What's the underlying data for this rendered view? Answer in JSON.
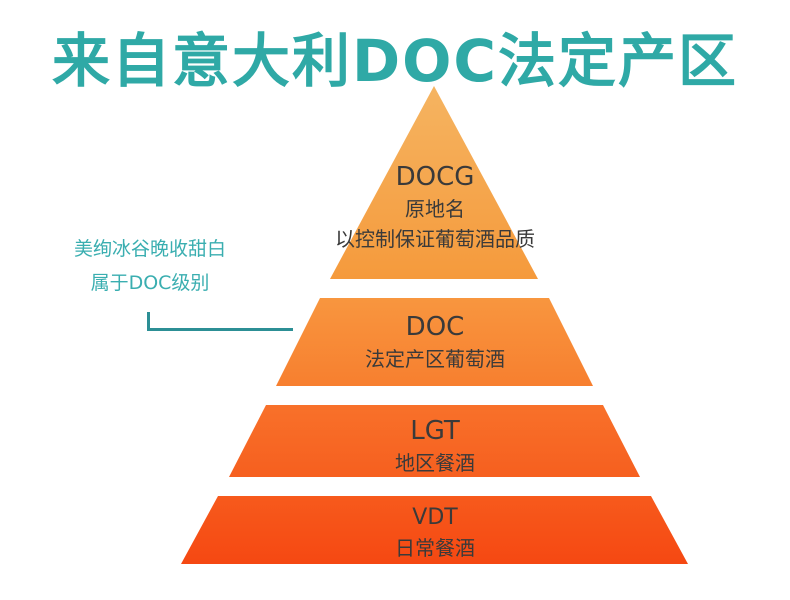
{
  "title": "来自意大利DOC法定产区",
  "note": {
    "line1": "美绚冰谷晚收甜白",
    "line2": "属于DOC级别"
  },
  "tiers": [
    {
      "code": "DOCG",
      "desc_line1": "原地名",
      "desc_line2": "以控制保证葡萄酒品质",
      "color_top": "#f5b461",
      "color_bottom": "#f59a3c"
    },
    {
      "code": "DOC",
      "desc": "法定产区葡萄酒",
      "color_top": "#f8963f",
      "color_bottom": "#f77f2f"
    },
    {
      "code": "LGT",
      "desc": "地区餐酒",
      "color_top": "#f8712a",
      "color_bottom": "#f65f1f"
    },
    {
      "code": "VDT",
      "desc": "日常餐酒",
      "color_top": "#f75a1c",
      "color_bottom": "#f54812"
    }
  ],
  "colors": {
    "title": "#2fa9a6",
    "note": "#3aaeb0",
    "bracket": "#2c8f95"
  }
}
